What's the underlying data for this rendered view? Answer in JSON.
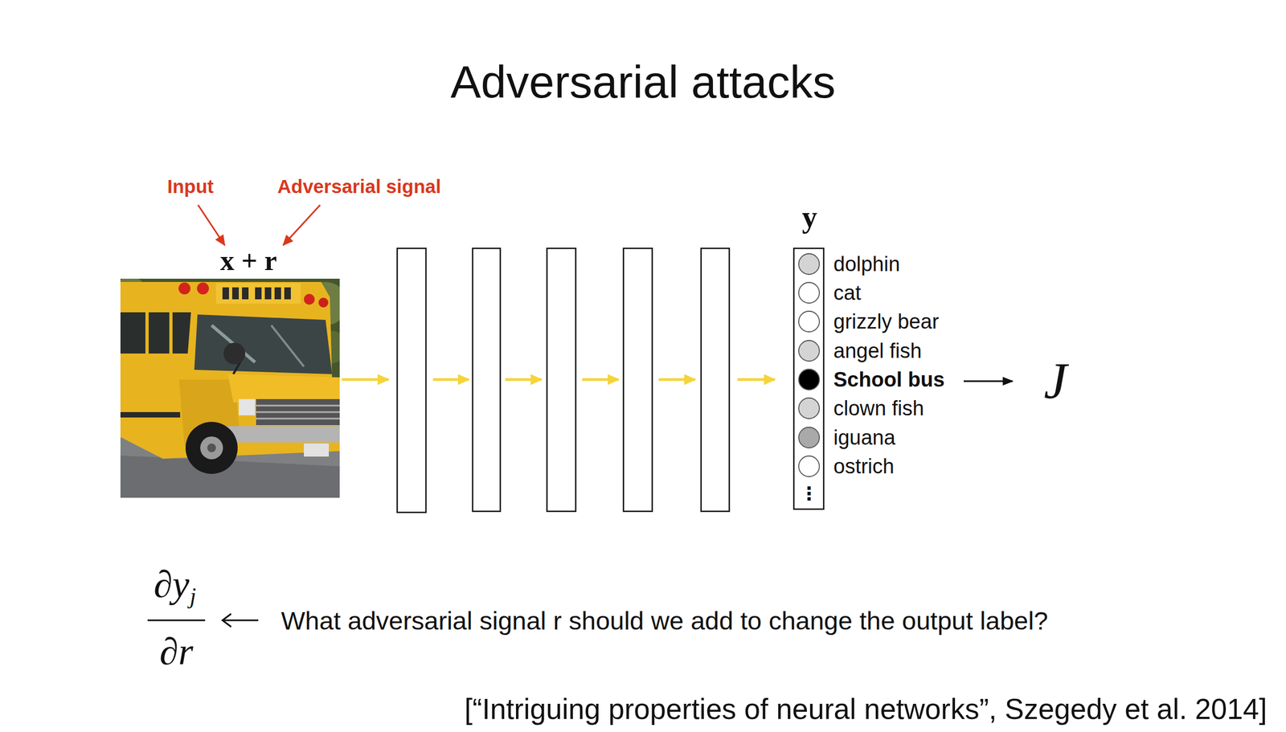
{
  "diagram": {
    "title": "Adversarial attacks",
    "caption": "[“Intriguing properties of neural networks”, Szegedy et al. 2014]",
    "labels": [
      "Input",
      "Adversarial signal",
      "x + r",
      "y",
      "dolphin",
      "cat",
      "grizzly bear",
      "angel fish",
      "School bus",
      "clown fish",
      "iguana",
      "ostrich",
      "⋮",
      "J",
      "∂y",
      "j",
      "∂r",
      "What adversarial signal r should we add to change the output label?"
    ]
  }
}
